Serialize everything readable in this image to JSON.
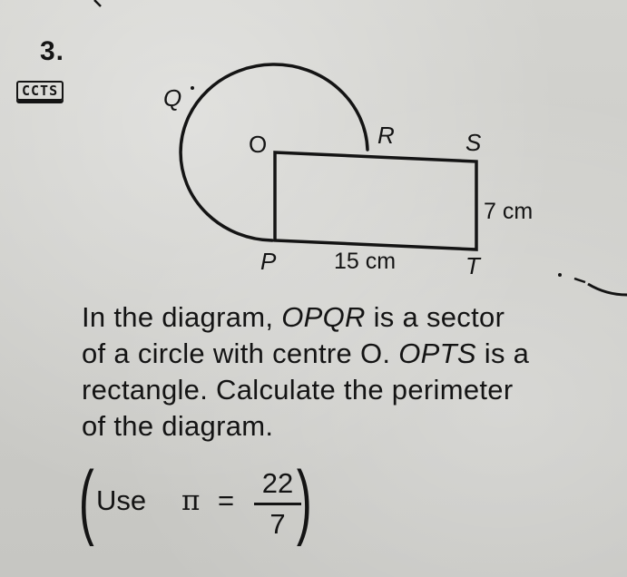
{
  "question": {
    "number": "3.",
    "badge": "CCTS"
  },
  "diagram": {
    "points": {
      "Q": "Q",
      "O": "O",
      "R": "R",
      "S": "S",
      "P": "P",
      "T": "T"
    },
    "dimensions": {
      "length": "15 cm",
      "width": "7 cm"
    }
  },
  "text": {
    "line1_a": "In the diagram, ",
    "line1_b": "OPQR",
    "line1_c": " is a sector",
    "line2_a": "of a circle with centre O. ",
    "line2_b": "OPTS",
    "line2_c": " is a",
    "line3": "rectangle. Calculate the perimeter",
    "line4": "of the diagram."
  },
  "hint": {
    "use": "Use",
    "pi": "π",
    "equals": "=",
    "numerator": "22",
    "denominator": "7",
    "open_paren": "(",
    "close_paren": ")"
  }
}
